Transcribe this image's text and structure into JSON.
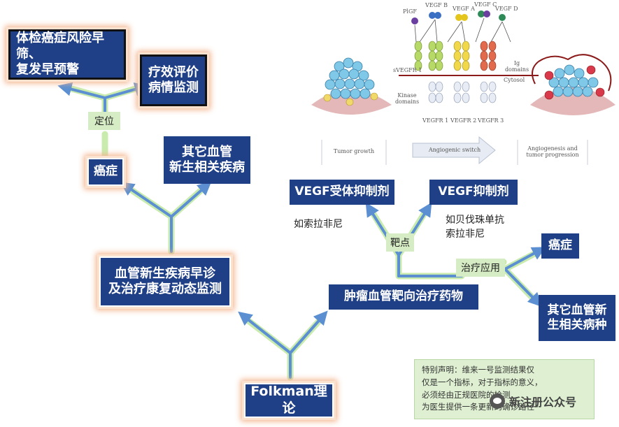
{
  "nodes": {
    "screening": "体检癌症风险早筛、\n复发早预警",
    "efficacy": "疗效评价\n病情监测",
    "positioning": "定位",
    "cancer_left": "癌症",
    "other_diseases_left": "其它血管\n新生相关疾病",
    "early_diagnosis": "血管新生疾病早诊\n及治疗康复动态监测",
    "folkman": "Folkman理论",
    "vegf_receptor": "VEGF受体抑制剂",
    "vegf_receptor_example": "如索拉非尼",
    "vegf_inhibitor": "VEGF抑制剂",
    "vegf_inhibitor_example": "如贝伐珠单抗\n索拉非尼",
    "target": "靶点",
    "treatment_use": "治疗应用",
    "cancer_right": "癌症",
    "other_diseases_right": "其它血管新\n生相关病种",
    "drugs": "肿瘤血管靶向治疗药物"
  },
  "figure": {
    "ligands": [
      "PlGF",
      "VEGF B",
      "VEGF A",
      "VEGF C",
      "VEGF D"
    ],
    "receptors": [
      "sVEGFR 1",
      "VEGFR 1",
      "VEGFR 2",
      "VEGFR 3"
    ],
    "side_labels": [
      "Ig domains",
      "Cytosol",
      "Kinase domains"
    ],
    "stage_captions": [
      "Tumor growth",
      "Angiogenic switch",
      "Angiogenesis and tumor progression"
    ],
    "colors": {
      "ligand_purple": "#6a3fa0",
      "ligand_blue": "#3a6fc4",
      "ligand_yellow": "#e3c51b",
      "ligand_green": "#2e8b57",
      "receptor_green": "#b7d968",
      "receptor_yellow": "#f0d84a",
      "receptor_red": "#e26b4e",
      "membrane": "#8b1a1a"
    }
  },
  "notice": {
    "lines": [
      "特别声明：维来一号监测结果仅",
      "仅是一个指标，对于指标的意义，",
      "必须经由正规医院的检测",
      "为医生提供一条更新的确诊路径"
    ]
  },
  "watermark": "新注册公众号",
  "colors": {
    "box": "#1f3f86",
    "arrow": "#5b8fd1",
    "arrow_glow": "#b9e39a",
    "glow": "#f3b48d",
    "label_bg": "#d6ecc4"
  }
}
